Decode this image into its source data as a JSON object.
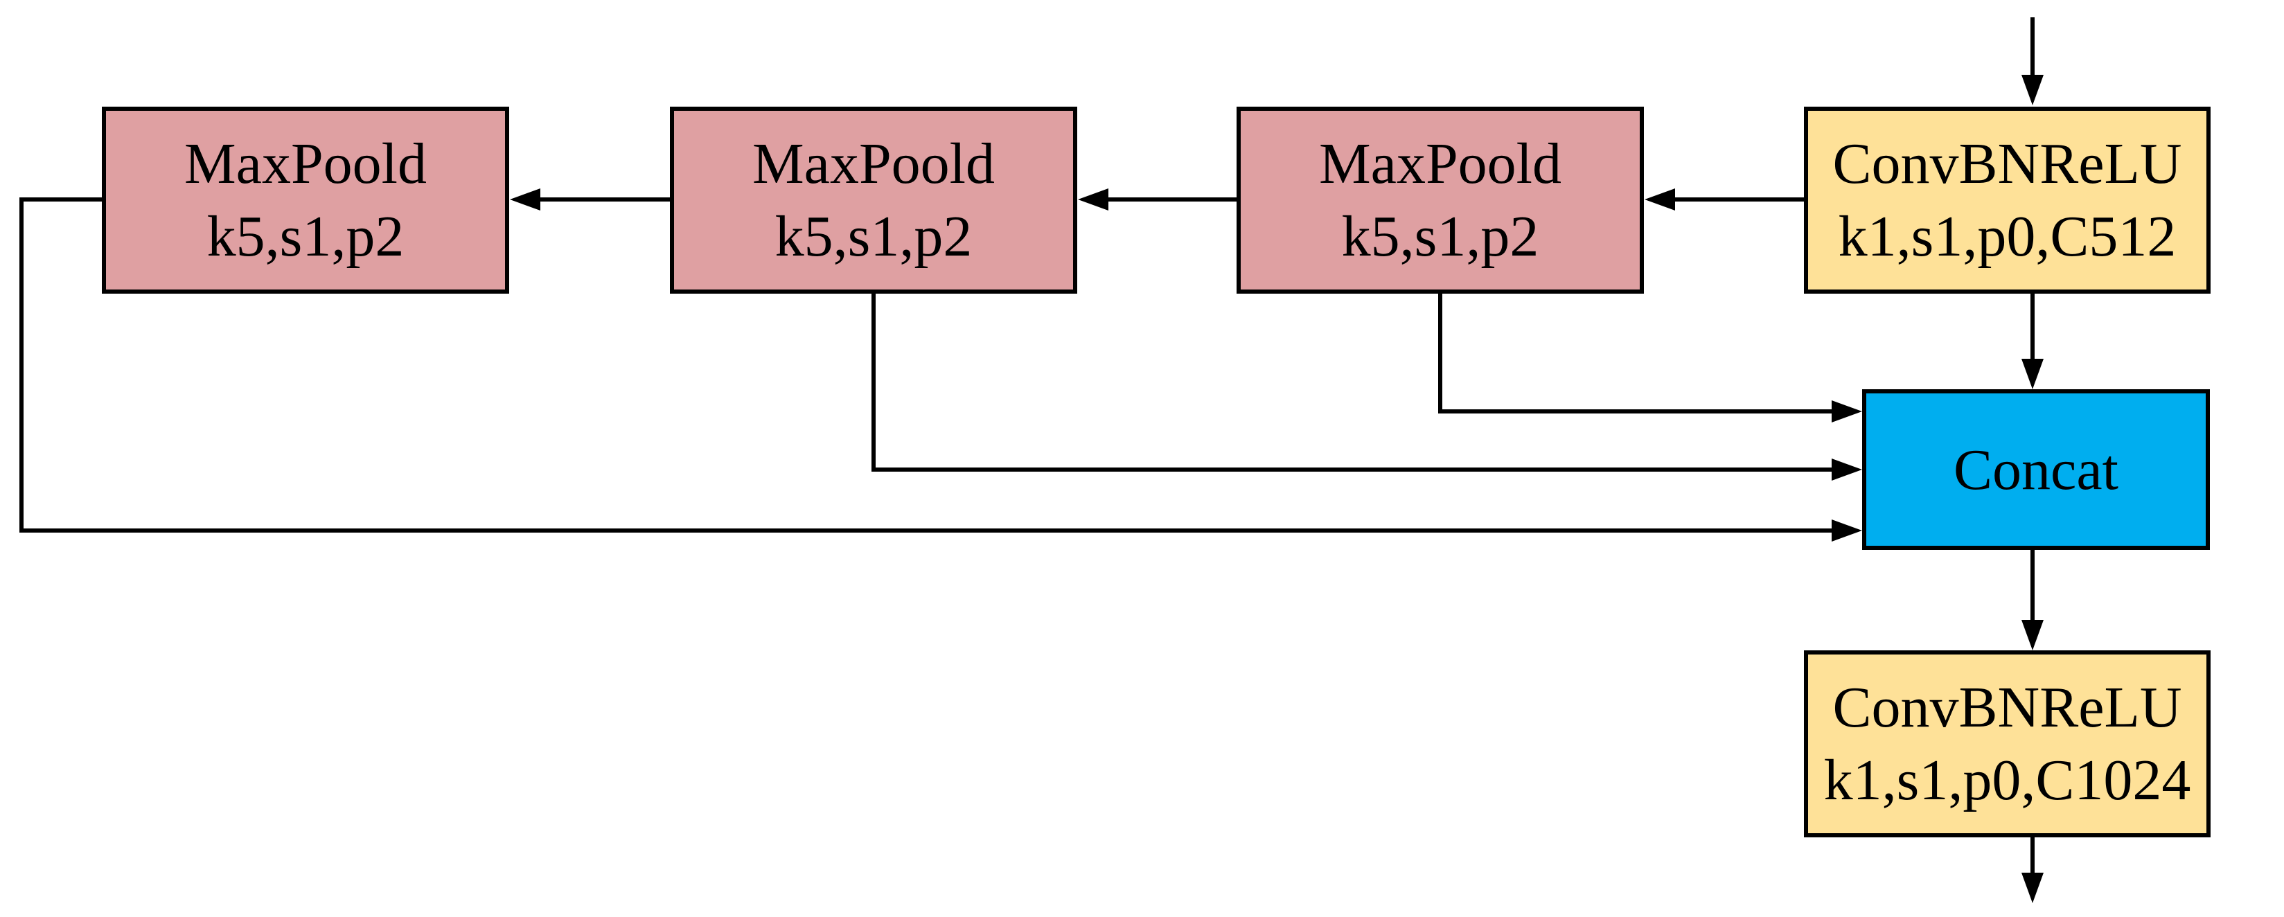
{
  "colors": {
    "maxpool_fill": "#DFA0A2",
    "conv_fill": "#FEE198",
    "concat_fill": "#00AEEF",
    "line": "#000000"
  },
  "blocks": {
    "maxpool_1": {
      "name": "MaxPoold",
      "params": "k5,s1,p2"
    },
    "maxpool_2": {
      "name": "MaxPoold",
      "params": "k5,s1,p2"
    },
    "maxpool_3": {
      "name": "MaxPoold",
      "params": "k5,s1,p2"
    },
    "conv_top": {
      "name": "ConvBNReLU",
      "params": "k1,s1,p0,C512"
    },
    "concat": {
      "name": "Concat"
    },
    "conv_bottom": {
      "name": "ConvBNReLU",
      "params": "k1,s1,p0,C1024"
    }
  }
}
